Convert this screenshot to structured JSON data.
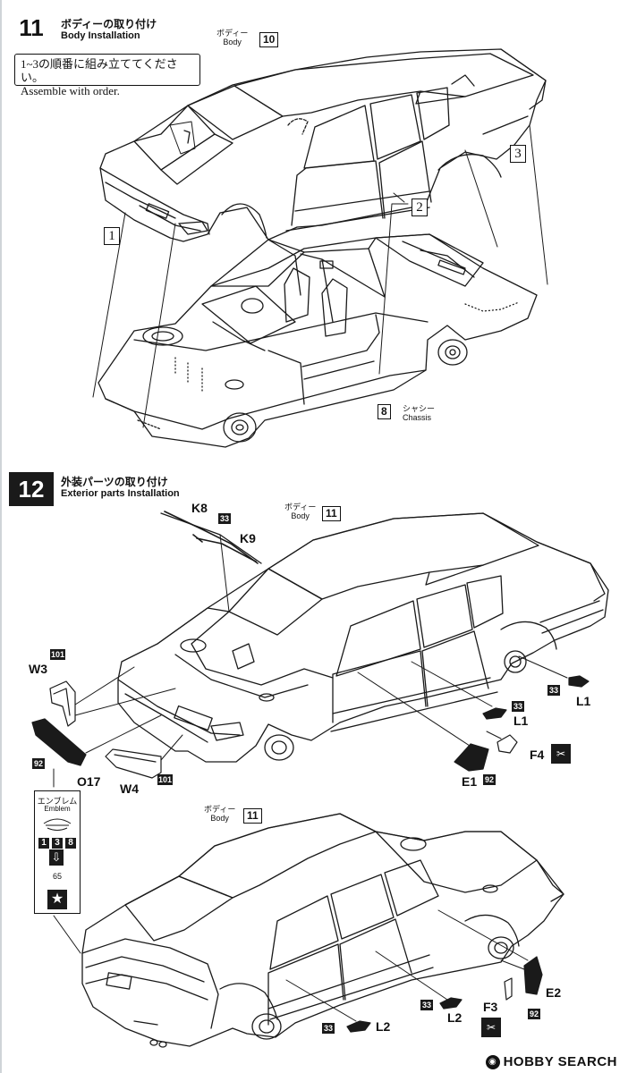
{
  "step11": {
    "number": "11",
    "title_jp": "ボディーの取り付け",
    "title_en": "Body Installation",
    "note_jp": "1~3の順番に組み立ててください。",
    "note_en": "Assemble with order.",
    "body_label_jp": "ボディー",
    "body_label_en": "Body",
    "body_part": "10",
    "chassis_label_jp": "シャシー",
    "chassis_label_en": "Chassis",
    "chassis_part": "8",
    "sub1": "1",
    "sub2": "2",
    "sub3": "3"
  },
  "step12": {
    "number": "12",
    "title_jp": "外装パーツの取り付け",
    "title_en": "Exterior parts Installation",
    "body_label_jp": "ボディー",
    "body_label_en": "Body",
    "body_part": "11",
    "body2_label_jp": "ボディー",
    "body2_label_en": "Body",
    "body2_part": "11",
    "parts": {
      "k8": "K8",
      "k9": "K9",
      "w3": "W3",
      "w4": "W4",
      "o17": "O17",
      "l1a": "L1",
      "l1b": "L1",
      "f4": "F4",
      "e1": "E1",
      "l2a": "L2",
      "l2b": "L2",
      "f3": "F3",
      "e2": "E2"
    },
    "paints": {
      "k": "33",
      "w3": "101",
      "w4": "101",
      "o17": "92",
      "l1a": "33",
      "l1b": "33",
      "e1": "92",
      "l2a": "33",
      "l2b": "33",
      "e2": "92"
    },
    "emblem": {
      "label_jp": "エンブレム",
      "label_en": "Emblem",
      "digits": [
        "1",
        "3",
        "8"
      ],
      "paint": "65"
    }
  },
  "watermark": "HOBBY SEARCH"
}
